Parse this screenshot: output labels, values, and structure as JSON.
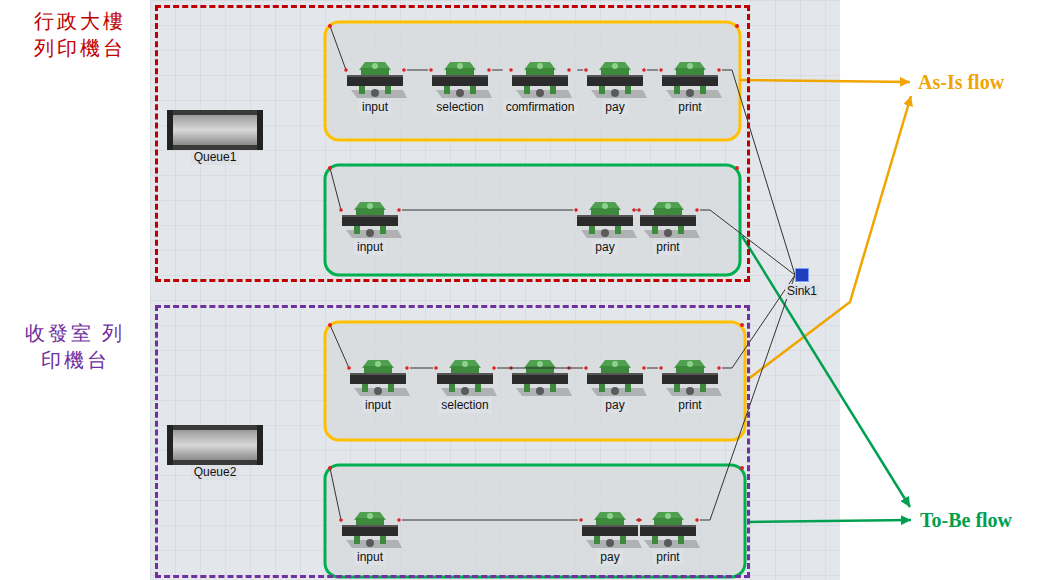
{
  "diagram": {
    "nodes": [
      {
        "text": [
          "行政大樓 列印機台"
        ]
      },
      {
        "text": [
          "Queue1"
        ],
        "in": 0
      },
      {
        "text": [
          "input"
        ],
        "in": 0
      },
      {
        "text": [
          "selection"
        ],
        "in": 0
      },
      {
        "text": [
          "comfirmation"
        ],
        "in": 0
      },
      {
        "text": [
          "pay"
        ],
        "in": 0
      },
      {
        "text": [
          "print"
        ],
        "in": 0
      },
      {
        "text": [
          "input"
        ],
        "in": 0
      },
      {
        "text": [
          "pay"
        ],
        "in": 0
      },
      {
        "text": [
          "print"
        ],
        "in": 0
      },
      {
        "text": [
          "Sink1"
        ]
      },
      {
        "text": [
          "收發室 列印機台"
        ]
      },
      {
        "text": [
          "Queue2"
        ],
        "in": 11
      },
      {
        "text": [
          "input"
        ],
        "in": 11
      },
      {
        "text": [
          "selection"
        ],
        "in": 11
      },
      {
        "text": [
          "pay"
        ],
        "in": 11
      },
      {
        "text": [
          "print"
        ],
        "in": 11
      },
      {
        "text": [
          "input"
        ],
        "in": 11
      },
      {
        "text": [
          "pay"
        ],
        "in": 11
      },
      {
        "text": [
          "print"
        ],
        "in": 11
      }
    ],
    "edges": [
      {
        "from": 2,
        "to": 3,
        "arrow": "none"
      },
      {
        "from": 3,
        "to": 4,
        "arrow": "none"
      },
      {
        "from": 4,
        "to": 5,
        "arrow": "none"
      },
      {
        "from": 5,
        "to": 6,
        "arrow": "none"
      },
      {
        "from": 6,
        "to": 10,
        "arrow": "none"
      },
      {
        "from": 7,
        "to": 8,
        "arrow": "none"
      },
      {
        "from": 8,
        "to": 9,
        "arrow": "none"
      },
      {
        "from": 9,
        "to": 10,
        "arrow": "none"
      },
      {
        "from": 13,
        "to": 14,
        "arrow": "none"
      },
      {
        "from": 14,
        "to": 15,
        "arrow": "none"
      },
      {
        "from": 15,
        "to": 16,
        "arrow": "none"
      },
      {
        "from": 16,
        "to": 10,
        "arrow": "none"
      },
      {
        "from": 17,
        "to": 18,
        "arrow": "none"
      },
      {
        "from": 18,
        "to": 19,
        "arrow": "none"
      },
      {
        "from": 19,
        "to": 10,
        "arrow": "none"
      }
    ],
    "labels": [
      "As-Is flow",
      "To-Be flow"
    ]
  }
}
